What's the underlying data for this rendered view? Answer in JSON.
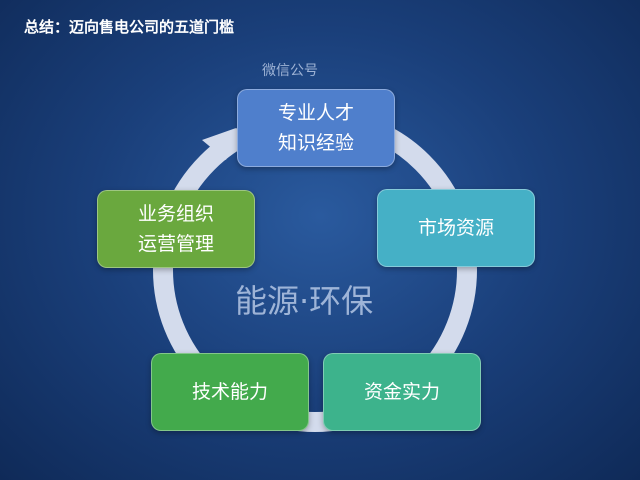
{
  "title": "总结：迈向售电公司的五道门槛",
  "steps": [
    {
      "line1": "专业人才",
      "line2": "知识经验",
      "color": "#4f7fcc"
    },
    {
      "line1": "市场资源",
      "line2": "",
      "color": "#45b0c6"
    },
    {
      "line1": "资金实力",
      "line2": "",
      "color": "#3db38c"
    },
    {
      "line1": "技术能力",
      "line2": "",
      "color": "#43aa4c"
    },
    {
      "line1": "业务组织",
      "line2": "运营管理",
      "color": "#6aa83e"
    }
  ],
  "watermark": {
    "small": "微信公号",
    "large": "能源·环保"
  }
}
